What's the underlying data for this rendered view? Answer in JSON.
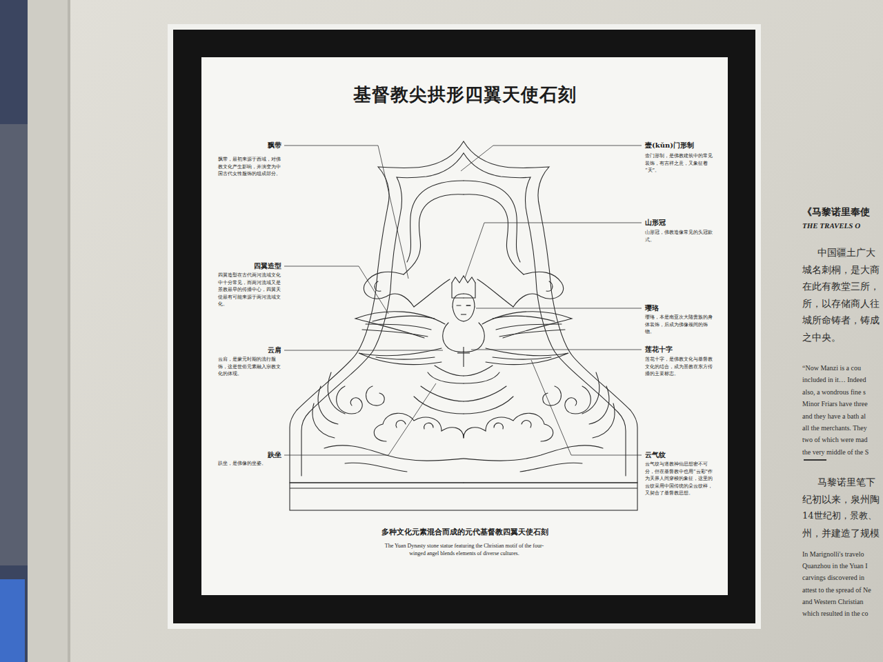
{
  "diagram": {
    "title": "基督教尖拱形四翼天使石刻",
    "caption": "多种文化元素混合而成的元代基督教四翼天使石刻",
    "labels": [
      "飘带",
      "飘带，最初来源于西域，对佛教文化产生影响，并演变为中国古代女性服饰的组成部分。",
      "四翼造型",
      "四翼造型在古代两河流域文化中十分常见，而两河流域又是景教最早的传播中心，四翼天使最有可能来源于两河流域文化。",
      "云肩",
      "云肩，是蒙元时期的流行服饰，这是世俗元素融入宗教文化的体现。",
      "趺坐",
      "趺坐，是佛像的坐姿。",
      "壸(kǔn)门形制",
      "壸门形制，是佛教建筑中的常见装饰，有吉祥之意，又象征着“天”。",
      "山形冠",
      "山形冠，佛教造像常见的头冠款式。",
      "璎珞",
      "璎珞，本是南亚次大陆贵族的身体装饰，后成为佛像颈间的饰物。",
      "莲花十字",
      "莲花十字，是佛教文化与基督教文化的结合，成为景教在东方传播的主要标志。",
      "云气纹",
      "云气纹与道教神仙思想密不可分，但在基督教中也用“云彩”作为天界人间穿梭的象征，这里的云纹采用中国传统的朵云纹样，又契合了基督教思想。",
      "The Yuan Dynasty stone statue featuring the Christian motif of the four-winged angel blends elements of diverse cultures.",
      "《马黎诺里奉使",
      "THE TRAVELS O",
      "中国疆土广大",
      "城名刺桐，是大商",
      "在此有教堂三所，",
      "所，以存储商人往",
      "城所命铸者，铸成",
      "之中央。",
      "“Now Manzi is a cou",
      "included in it… Indeed",
      "also, a wondrous fine s",
      "Minor Friars have three",
      "and they have a bath al",
      "all the merchants. They",
      "two of which were mad",
      "the very middle of the S",
      "马黎诺里笔下",
      "纪初以来，泉州陶",
      "14世纪初，景教、",
      "州，并建造了规模",
      "In Marignolli's travelo",
      "Quanzhou in the Yuan I",
      "carvings discovered in",
      "attest to the spread of Ne",
      "and Western Christian",
      "which resulted in the co"
    ]
  }
}
